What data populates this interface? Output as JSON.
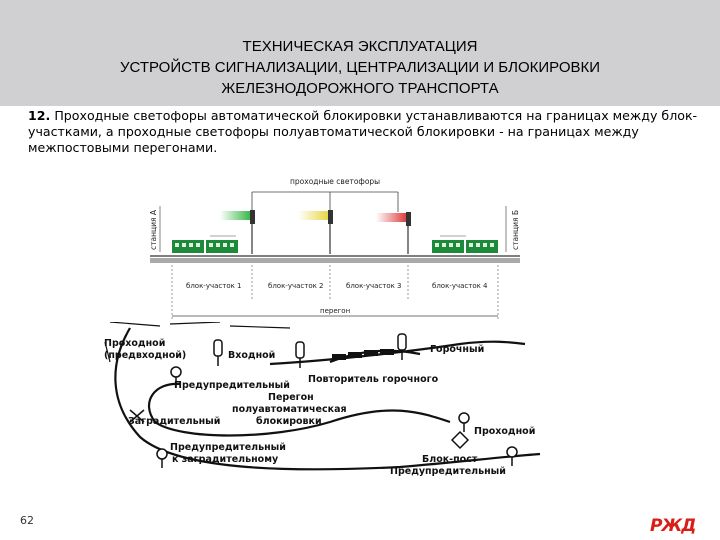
{
  "header": {
    "line1": "ТЕХНИЧЕСКАЯ ЭКСПЛУАТАЦИЯ",
    "line2": "УСТРОЙСТВ СИГНАЛИЗАЦИИ, ЦЕНТРАЛИЗАЦИИ И БЛОКИРОВКИ",
    "line3": "ЖЕЛЕЗНОДОРОЖНОГО ТРАНСПОРТА"
  },
  "question": {
    "number": "12.",
    "text": "Проходные светофоры автоматической блокировки устанавливаются на границах между блок-участками, а проходные светофоры полуавтоматической блокировки - на границах между межпостовыми перегонами."
  },
  "diagram": {
    "label_signals": "проходные светофоры",
    "station_a": "станция А",
    "station_b": "станция Б",
    "sections": [
      "блок-участок 1",
      "блок-участок 2",
      "блок-участок 3",
      "блок-участок 4"
    ],
    "peregon": "перегон",
    "colors": {
      "green": "#3cb84a",
      "yellow": "#e8d84a",
      "red": "#e04040",
      "train": "#1d8a3a"
    }
  },
  "sketch": {
    "prohodnoy_predvhodnoy_1": "Проходной",
    "prohodnoy_predvhodnoy_2": "(предвходной)",
    "vhodnoy": "Входной",
    "gorochny": "Горочный",
    "povtoritel": "Повторитель горочного",
    "predupreditelny": "Предупредительный",
    "peregony_1": "Перегон",
    "peregony_2": "полуавтоматическая",
    "peregony_3": "блокировки",
    "zagraditelny": "Заградительный",
    "prohodnoy": "Проходной",
    "predupr_zagr_1": "Предупредительный",
    "predupr_zagr_2": "к заградительному",
    "blok_post": "Блок-пост",
    "predupreditelny_2": "Предупредительный"
  },
  "footer": {
    "page_number": "62",
    "logo": "РЖД"
  }
}
